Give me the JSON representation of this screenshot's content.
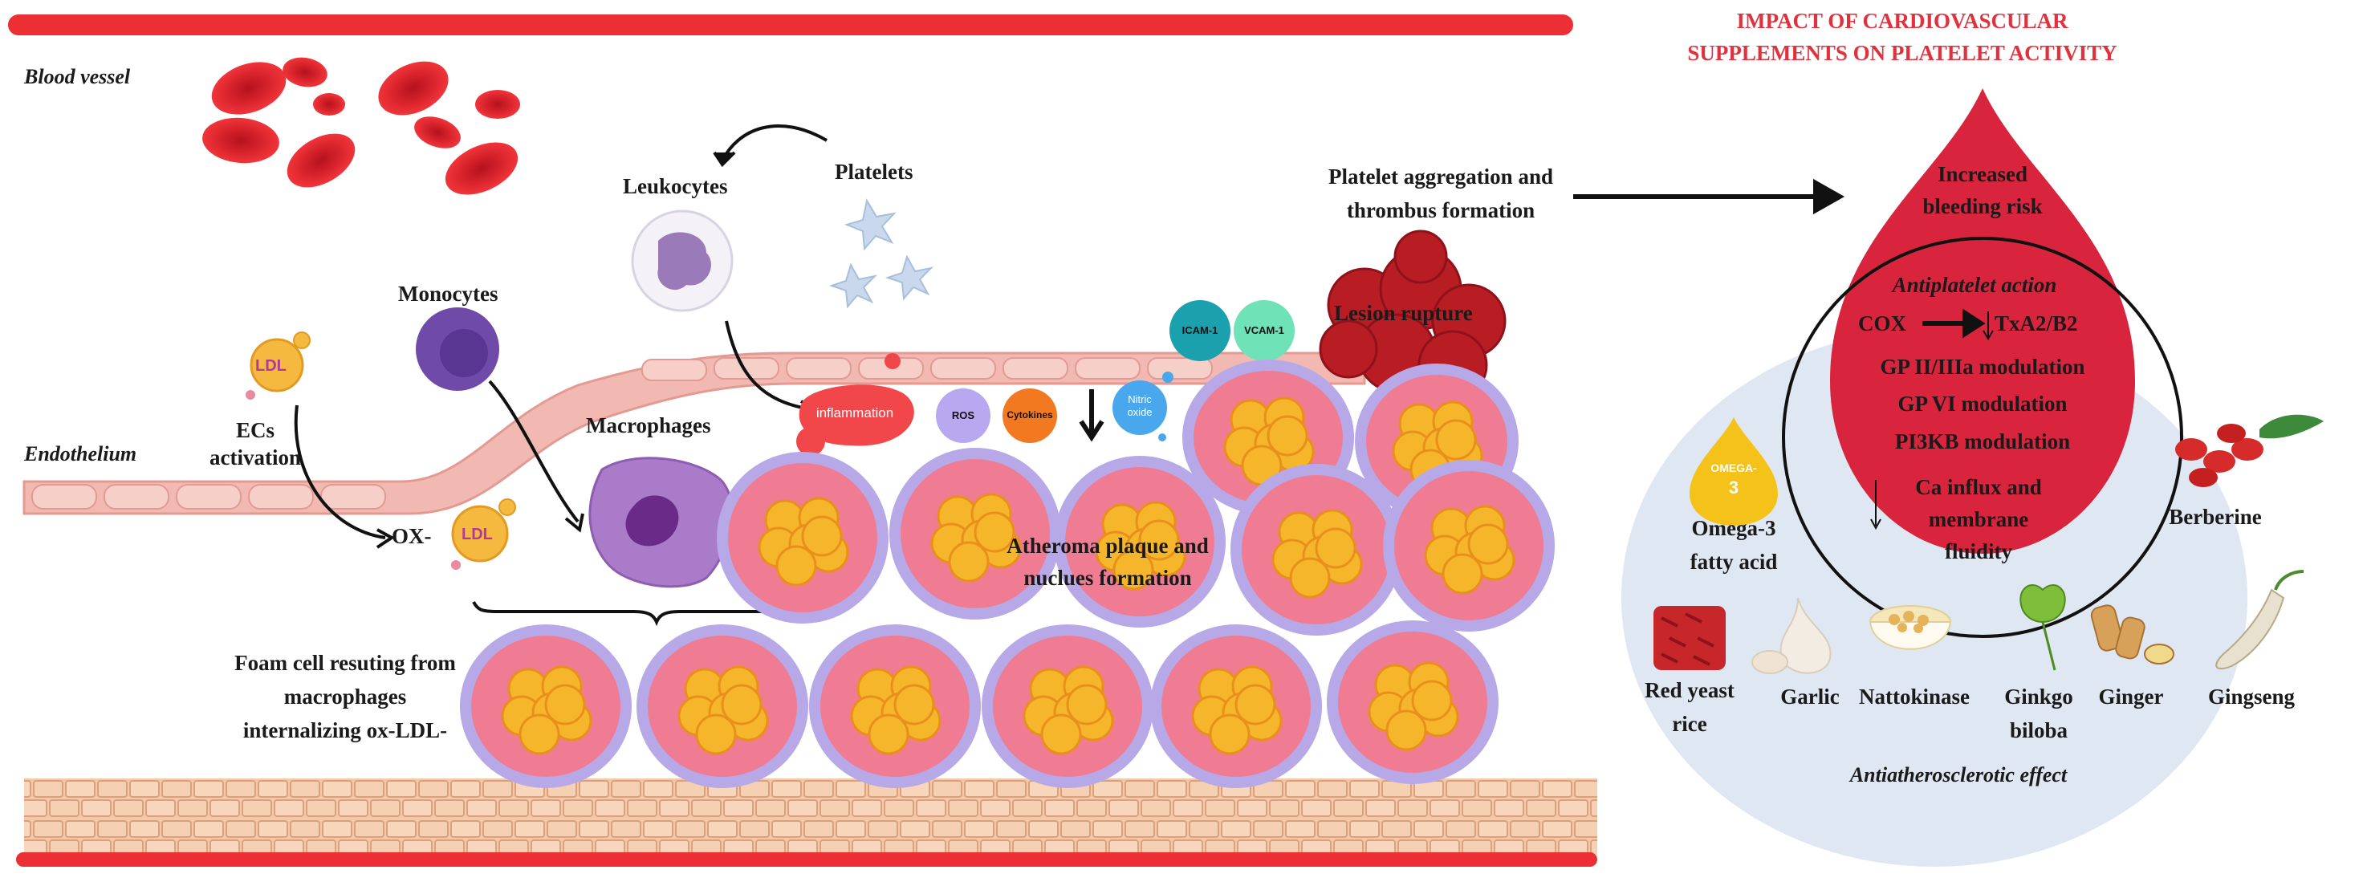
{
  "labels": {
    "blood_vessel": "Blood vessel",
    "endothelium": "Endothelium",
    "ecs_activation_1": "ECs",
    "ecs_activation_2": "activation",
    "ldl": "LDL",
    "ox_prefix": "OX-",
    "ox_ldl": "LDL",
    "monocytes": "Monocytes",
    "macrophages": "Macrophages",
    "leukocytes": "Leukocytes",
    "platelets": "Platelets",
    "inflammation": "inflammation",
    "ros": "ROS",
    "cytokines": "Cytokines",
    "nitric_oxide_1": "Nitric",
    "nitric_oxide_2": "oxide",
    "icam": "ICAM-1",
    "vcam": "VCAM-1",
    "lesion_rupture": "Lesion rupture",
    "platelet_aggregation_1": "Platelet aggregation and",
    "platelet_aggregation_2": "thrombus formation",
    "atheroma_1": "Atheroma plaque and",
    "atheroma_2": "nuclues formation",
    "foam_1": "Foam cell resuting from",
    "foam_2": "macrophages",
    "foam_3": "internalizing ox-LDL-"
  },
  "panel": {
    "title_1": "IMPACT OF CARDIOVASCULAR",
    "title_2": "SUPPLEMENTS ON PLATELET ACTIVITY",
    "bleeding_1": "Increased",
    "bleeding_2": "bleeding risk",
    "antiplatelet": "Antiplatelet action",
    "cox": "COX",
    "txa2": "TxA2/B2",
    "gp2b3a": "GP II/IIIa modulation",
    "gpvi": "GP VI modulation",
    "pi3kb": "PI3KB modulation",
    "ca_1": "Ca influx and",
    "ca_2": "membrane",
    "ca_3": "fluidity",
    "omega_badge": "OMEGA-",
    "omega_badge_num": "3",
    "omega_1": "Omega-3",
    "omega_2": "fatty acid",
    "berberine": "Berberine",
    "red_yeast_1": "Red yeast",
    "red_yeast_2": "rice",
    "garlic": "Garlic",
    "nattokinase": "Nattokinase",
    "ginkgo_1": "Ginkgo",
    "ginkgo_2": "biloba",
    "ginger": "Ginger",
    "gingseng": "Gingseng",
    "antiatherosclerotic": "Antiatherosclerotic effect"
  },
  "colors": {
    "vessel_red": "#ec2f35",
    "endothelium_pink": "#f2b9b2",
    "plaque_pink": "#f07c93",
    "plaque_rim": "#b7a8e8",
    "lipid_yellow": "#f6b62b",
    "drop_red": "#d8243c",
    "oval_blue": "#dfe7f3",
    "tissue_tan": "#f1c7a8"
  }
}
